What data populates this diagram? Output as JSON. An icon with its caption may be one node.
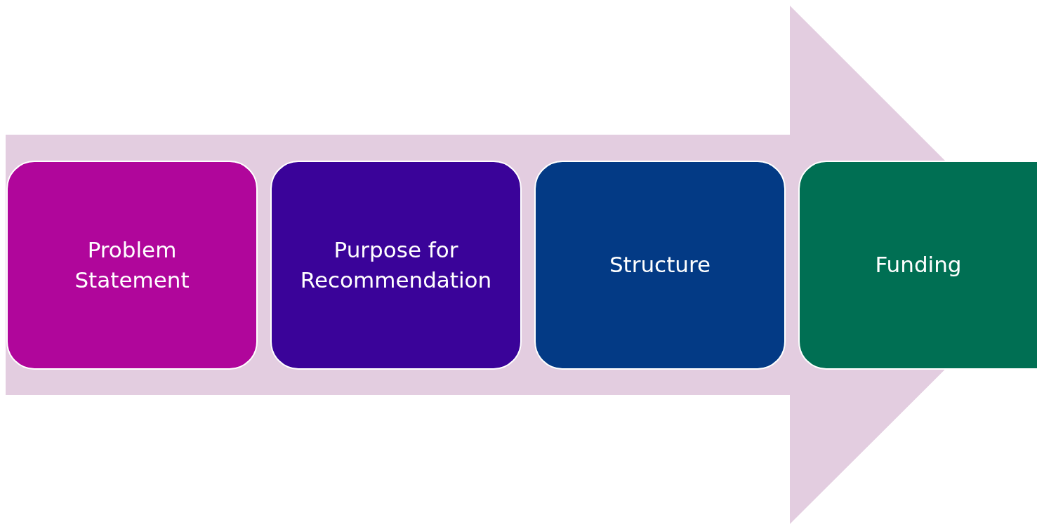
{
  "diagram": {
    "nodes": [
      {
        "text": [
          "Problem Statement"
        ]
      },
      {
        "text": [
          "Purpose for Recommendation"
        ]
      },
      {
        "text": [
          "Structure"
        ]
      },
      {
        "text": [
          "Funding"
        ]
      }
    ],
    "edges": [
      {
        "from": 0,
        "to": 3,
        "arrow": "to"
      }
    ]
  }
}
